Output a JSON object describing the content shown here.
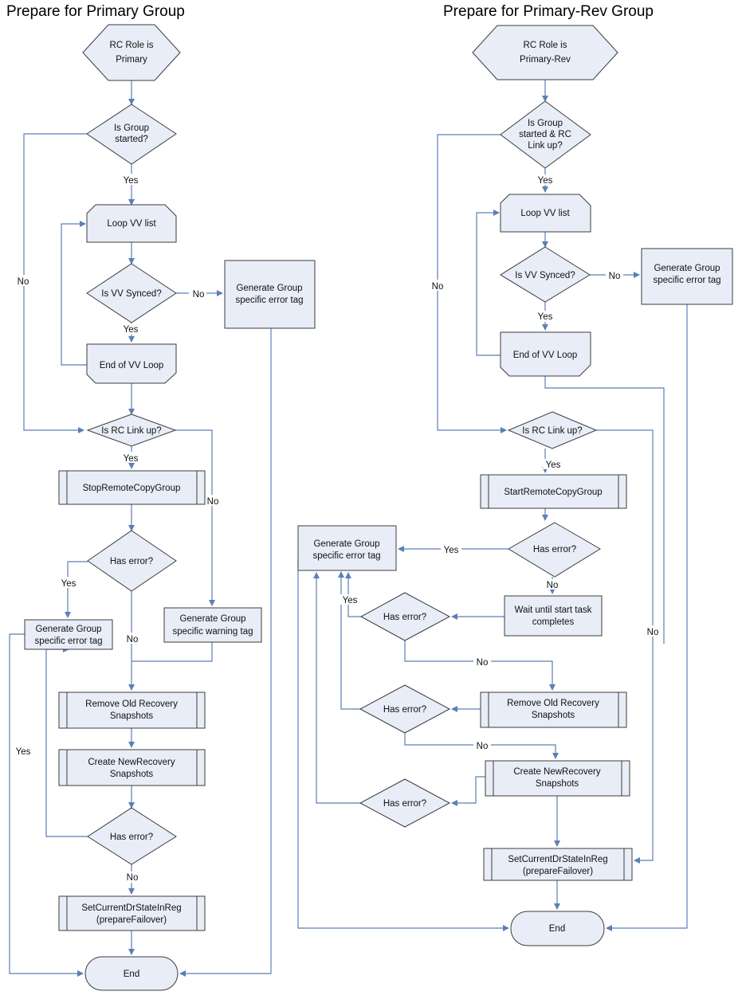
{
  "colors": {
    "node_fill": "#e8edf7",
    "node_stroke": "#3d3d3d",
    "edge": "#5b7fb6"
  },
  "left": {
    "title": "Prepare for Primary Group",
    "start": [
      "RC Role is",
      "Primary"
    ],
    "is_group_started": [
      "Is Group",
      "started?"
    ],
    "loop_vv_list": [
      "Loop VV list"
    ],
    "is_vv_synced": [
      "Is VV Synced?"
    ],
    "gen_error_tag_top": [
      "Generate Group",
      "specific error tag"
    ],
    "end_vv_loop": [
      "End of VV Loop"
    ],
    "is_rc_link_up": [
      "Is RC Link up?"
    ],
    "stop_rc_group": [
      "StopRemoteCopyGroup"
    ],
    "has_error_1": [
      "Has error?"
    ],
    "gen_error_tag_bottom": [
      "Generate Group",
      "specific error tag"
    ],
    "gen_warning_tag": [
      "Generate Group",
      "specific warning tag"
    ],
    "remove_snapshots": [
      "Remove Old Recovery",
      "Snapshots"
    ],
    "create_snapshots": [
      "Create NewRecovery",
      "Snapshots"
    ],
    "has_error_2": [
      "Has error?"
    ],
    "set_dr_state": [
      "SetCurrentDrStateInReg",
      "(prepareFailover)"
    ],
    "end": [
      "End"
    ],
    "edge_labels": {
      "yes": "Yes",
      "no": "No"
    }
  },
  "right": {
    "title": "Prepare for Primary-Rev Group",
    "start": [
      "RC Role is",
      "Primary-Rev"
    ],
    "is_group_started_link": [
      "Is Group",
      "started & RC",
      "Link up?"
    ],
    "loop_vv_list": [
      "Loop VV list"
    ],
    "is_vv_synced": [
      "Is VV Synced?"
    ],
    "gen_error_tag_top": [
      "Generate Group",
      "specific error tag"
    ],
    "end_vv_loop": [
      "End of VV Loop"
    ],
    "is_rc_link_up": [
      "Is RC Link up?"
    ],
    "start_rc_group": [
      "StartRemoteCopyGroup"
    ],
    "has_error_1": [
      "Has error?"
    ],
    "gen_error_tag_mid": [
      "Generate Group",
      "specific error tag"
    ],
    "wait_start_task": [
      "Wait until start task",
      "completes"
    ],
    "has_error_2": [
      "Has error?"
    ],
    "remove_snapshots": [
      "Remove Old Recovery",
      "Snapshots"
    ],
    "has_error_3": [
      "Has error?"
    ],
    "create_snapshots": [
      "Create NewRecovery",
      "Snapshots"
    ],
    "has_error_4": [
      "Has error?"
    ],
    "set_dr_state": [
      "SetCurrentDrStateInReg",
      "(prepareFailover)"
    ],
    "end": [
      "End"
    ],
    "edge_labels": {
      "yes": "Yes",
      "no": "No"
    }
  }
}
